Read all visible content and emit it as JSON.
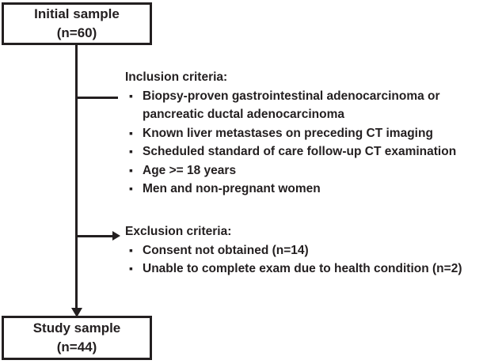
{
  "diagram": {
    "initial_box": {
      "title": "Initial sample",
      "count": "(n=60)"
    },
    "inclusion": {
      "heading": "Inclusion criteria:",
      "items": [
        "Biopsy-proven gastrointestinal adenocarcinoma or\npancreatic ductal adenocarcinoma",
        "Known liver metastases on preceding CT imaging",
        "Scheduled standard of care follow-up CT examination",
        "Age >= 18 years",
        "Men and non-pregnant women"
      ]
    },
    "exclusion": {
      "heading": "Exclusion criteria:",
      "items": [
        "Consent not obtained (n=14)",
        "Unable to complete exam due to health condition (n=2)"
      ]
    },
    "study_box": {
      "title": "Study sample",
      "count": "(n=44)"
    },
    "colors": {
      "line": "#231f20",
      "text": "#231f20",
      "background": "#ffffff"
    }
  },
  "icons": {
    "bullet_square": "▪"
  }
}
